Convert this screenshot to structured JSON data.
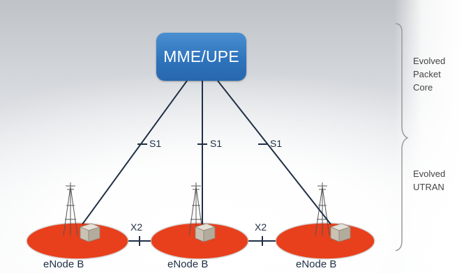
{
  "core_node": {
    "label": "MME/UPE"
  },
  "interfaces": {
    "s1_left": "S1",
    "s1_center": "S1",
    "s1_right": "S1",
    "x2_left": "X2",
    "x2_right": "X2"
  },
  "enodebs": [
    {
      "label": "eNode B"
    },
    {
      "label": "eNode B"
    },
    {
      "label": "eNode B"
    }
  ],
  "sections": {
    "core": "Evolved\nPacket\nCore",
    "ran": "Evolved\nUTRAN"
  },
  "colors": {
    "core_node_fill": "#2f74bd",
    "cell_fill": "#e8401c",
    "link": "#1f2f45",
    "brace": "#9a9a9a"
  }
}
